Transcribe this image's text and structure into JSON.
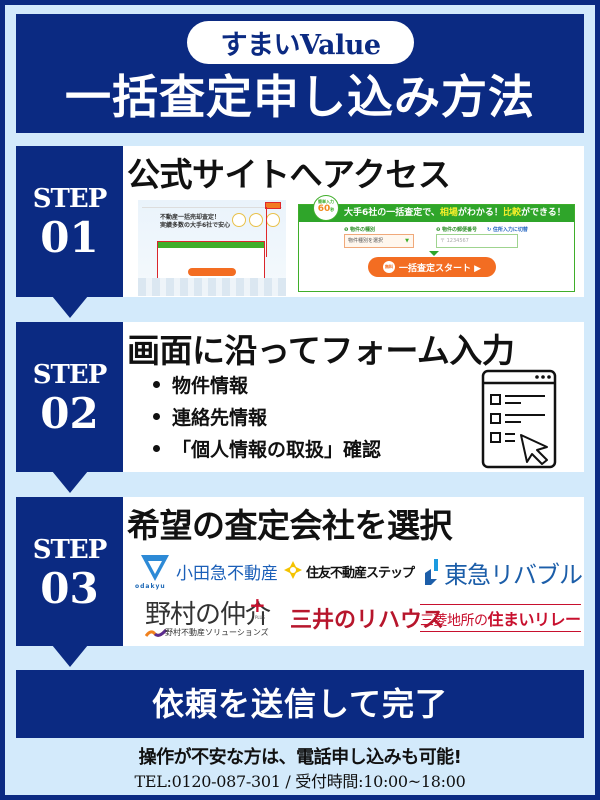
{
  "header": {
    "brand": "すまいValue",
    "title": "一括査定申し込み方法"
  },
  "colors": {
    "navy": "#0b2a82",
    "background": "#d3eafb",
    "form_green": "#2fa52a",
    "cta_orange": "#f36d22"
  },
  "steps": [
    {
      "label": "STEP",
      "number": "01",
      "title": "公式サイトへアクセス",
      "screenshot": {
        "headline_1": "不動産一括売却査定！",
        "headline_2": "実績多数の大手6社で安心",
        "form": {
          "badge_top": "簡単入力",
          "badge_value": "60",
          "badge_unit": "秒",
          "banner_prefix": "大手6社の一括査定で、",
          "banner_hl1": "相場",
          "banner_mid": "がわかる！",
          "banner_hl2": "比較",
          "banner_suffix": "ができる！",
          "field1_label": "❶ 物件の種別",
          "field1_value": "物件種別を選択",
          "field1_caret": "▼",
          "field2_label": "❷ 物件の郵便番号",
          "field2_switch": "↻ 住所入力に切替",
          "field2_placeholder": "〒 1234567",
          "cta_free": "無料",
          "cta_label": "一括査定スタート ▶"
        }
      }
    },
    {
      "label": "STEP",
      "number": "02",
      "title": "画面に沿ってフォーム入力",
      "items": [
        "物件情報",
        "連絡先情報",
        "「個人情報の取扱」確認"
      ],
      "icon": "form-checklist-cursor-icon"
    },
    {
      "label": "STEP",
      "number": "03",
      "title": "希望の査定会社を選択",
      "companies": {
        "odakyu": "小田急不動産",
        "odakyu_sub": "odakyu",
        "sumitomo": "住友不動産ステップ",
        "tokyu": "東急リバブル",
        "nomura": "野村の仲介",
        "nomura_plus": "+",
        "nomura_plus_sub": "PLUS",
        "nomura_sub": "野村不動産ソリューションズ",
        "mitsui": "三井のリハウス",
        "mitsubishi_prefix": "三菱地所の",
        "mitsubishi_main": "住まいリレー"
      }
    }
  ],
  "final": {
    "label": "依頼を送信して完了"
  },
  "footer": {
    "note": "操作が不安な方は、電話申し込みも可能!",
    "contact": "TEL:0120-087-301 / 受付時間:10:00~18:00"
  }
}
